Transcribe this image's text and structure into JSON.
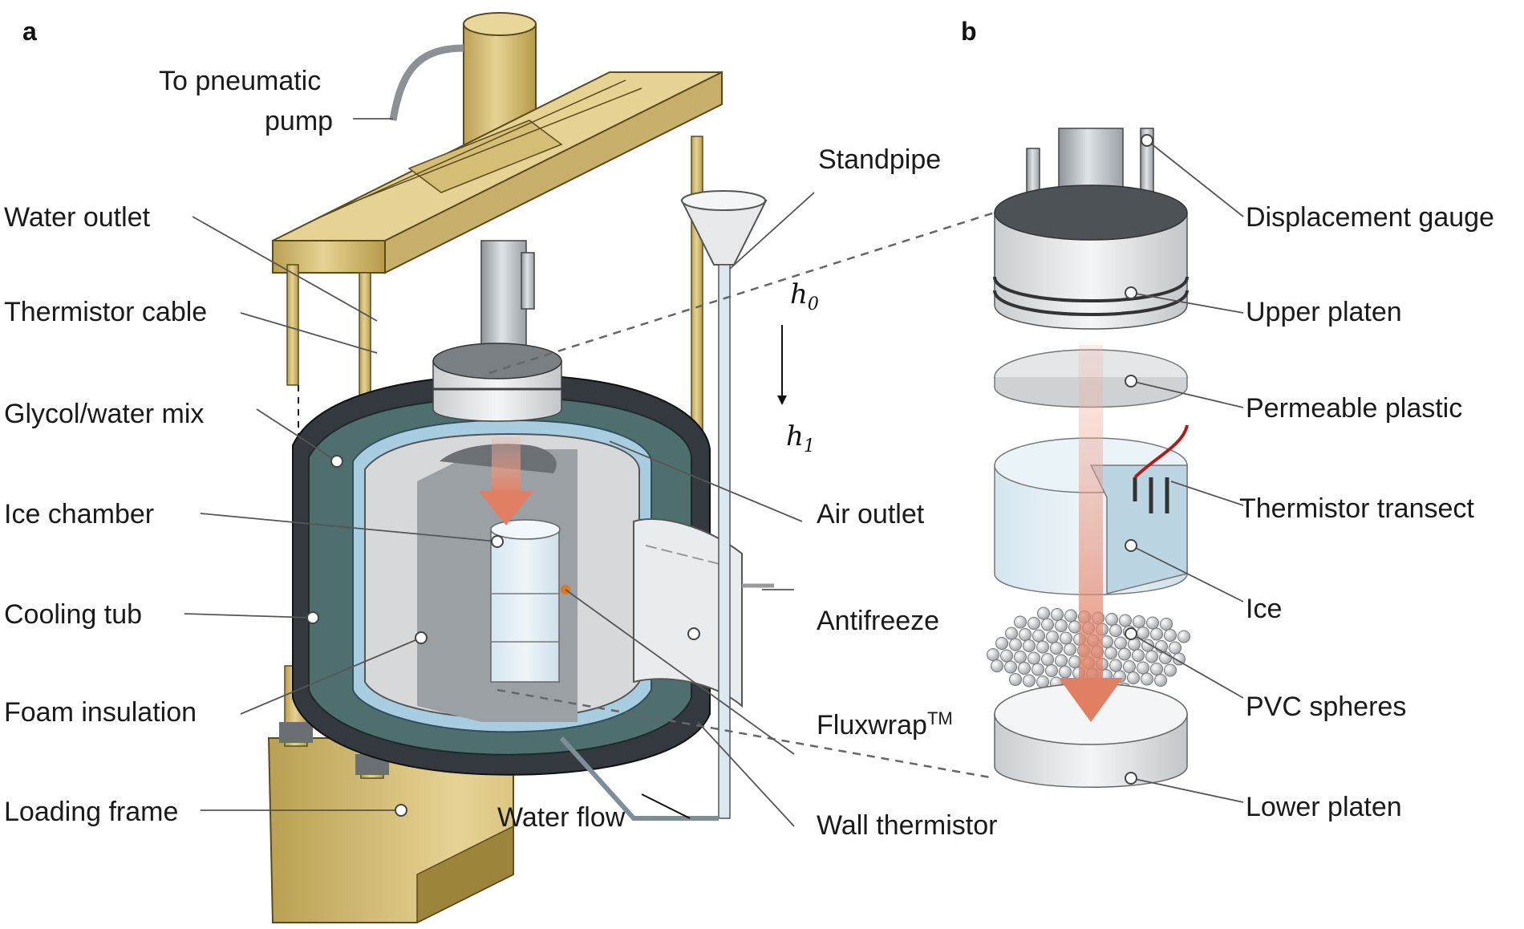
{
  "panels": {
    "a": "a",
    "b": "b"
  },
  "labels_a": {
    "pneumatic_line1": "To pneumatic",
    "pneumatic_line2": "pump",
    "water_outlet": "Water outlet",
    "thermistor_cable": "Thermistor cable",
    "glycol": "Glycol/water mix",
    "ice_chamber": "Ice chamber",
    "cooling_tub": "Cooling tub",
    "foam": "Foam insulation",
    "loading_frame": "Loading frame",
    "water_flow": "Water flow",
    "standpipe": "Standpipe",
    "h0_var": "h",
    "h0_sub": "0",
    "h1_var": "h",
    "h1_sub": "1",
    "air_outlet": "Air outlet",
    "antifreeze": "Antifreeze",
    "fluxwrap": "Fluxwrap",
    "fluxwrap_tm": "TM",
    "wall_thermistor": "Wall thermistor"
  },
  "labels_b": {
    "displacement_gauge": "Displacement gauge",
    "upper_platen": "Upper platen",
    "permeable_plastic": "Permeable plastic",
    "thermistor_transect": "Thermistor transect",
    "ice": "Ice",
    "pvc_spheres": "PVC spheres",
    "lower_platen": "Lower platen"
  },
  "colors": {
    "brass": "#d8c27a",
    "brass_dark": "#b59a48",
    "tub_dark": "#3a3f44",
    "glycol": "#4f6f6f",
    "foam_blue": "#a8cde0",
    "flow_arrow": "#e8957e",
    "steel": "#b9bec2"
  }
}
